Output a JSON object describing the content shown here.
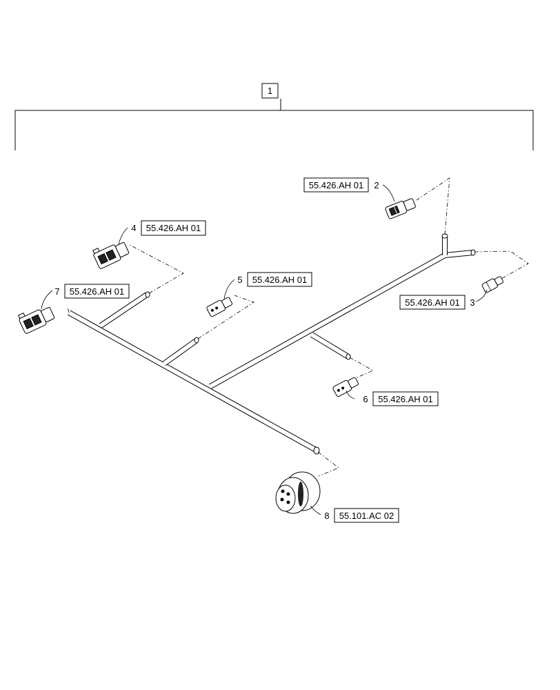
{
  "assembly": {
    "number": "1"
  },
  "callouts": [
    {
      "item": "2",
      "ref": "55.426.AH 01"
    },
    {
      "item": "3",
      "ref": "55.426.AH 01"
    },
    {
      "item": "4",
      "ref": "55.426.AH 01"
    },
    {
      "item": "5",
      "ref": "55.426.AH 01"
    },
    {
      "item": "6",
      "ref": "55.426.AH 01"
    },
    {
      "item": "7",
      "ref": "55.426.AH 01"
    },
    {
      "item": "8",
      "ref": "55.101.AC 02"
    }
  ]
}
